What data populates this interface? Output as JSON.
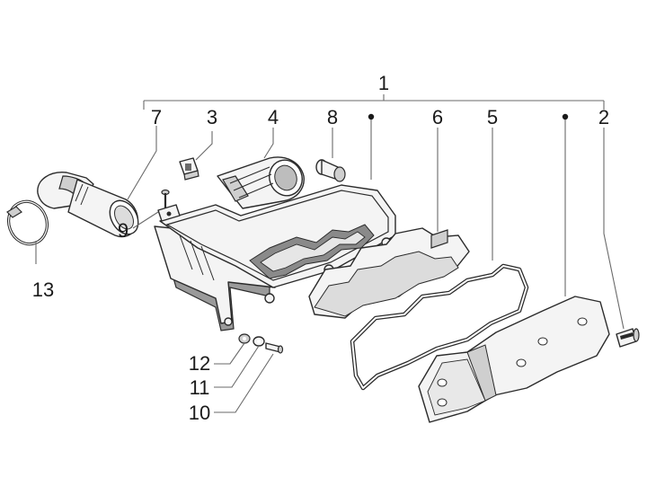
{
  "callouts": {
    "assembly": "1",
    "screw": "2",
    "clip": "3",
    "intake_duct": "4",
    "spacer": "5",
    "filter_element": "6",
    "intake_tube": "7",
    "plug": "8",
    "clamp_screw": "9",
    "bolt": "10",
    "washer": "11",
    "lock_washer": "12",
    "hose_clamp": "13"
  },
  "colors": {
    "line": "#2b2b2b",
    "leader": "#6a6a6a",
    "fill": "#f4f4f4",
    "shade": "#9a9a9a"
  }
}
